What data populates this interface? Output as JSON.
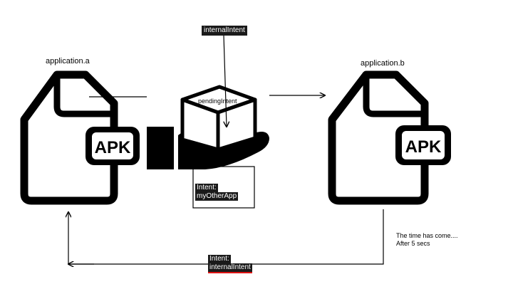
{
  "app_a": {
    "label": "application.a",
    "badge": "APK"
  },
  "app_b": {
    "label": "application.b",
    "badge": "APK"
  },
  "pending": {
    "label": "pendingIntent"
  },
  "top_tag": {
    "text": "internalIntent"
  },
  "hand_tag": {
    "line1": "Intent:",
    "line2": "myOtherApp"
  },
  "bottom_tag": {
    "line1": "Intent:",
    "line2": "internalIntent"
  },
  "note": {
    "line1": "The time has come....",
    "line2": "After 5 secs"
  },
  "colors": {
    "ink": "#000000",
    "tag_bg": "#1a1a1a",
    "tag_fg": "#ffffff",
    "accent_red": "#dd1111"
  }
}
